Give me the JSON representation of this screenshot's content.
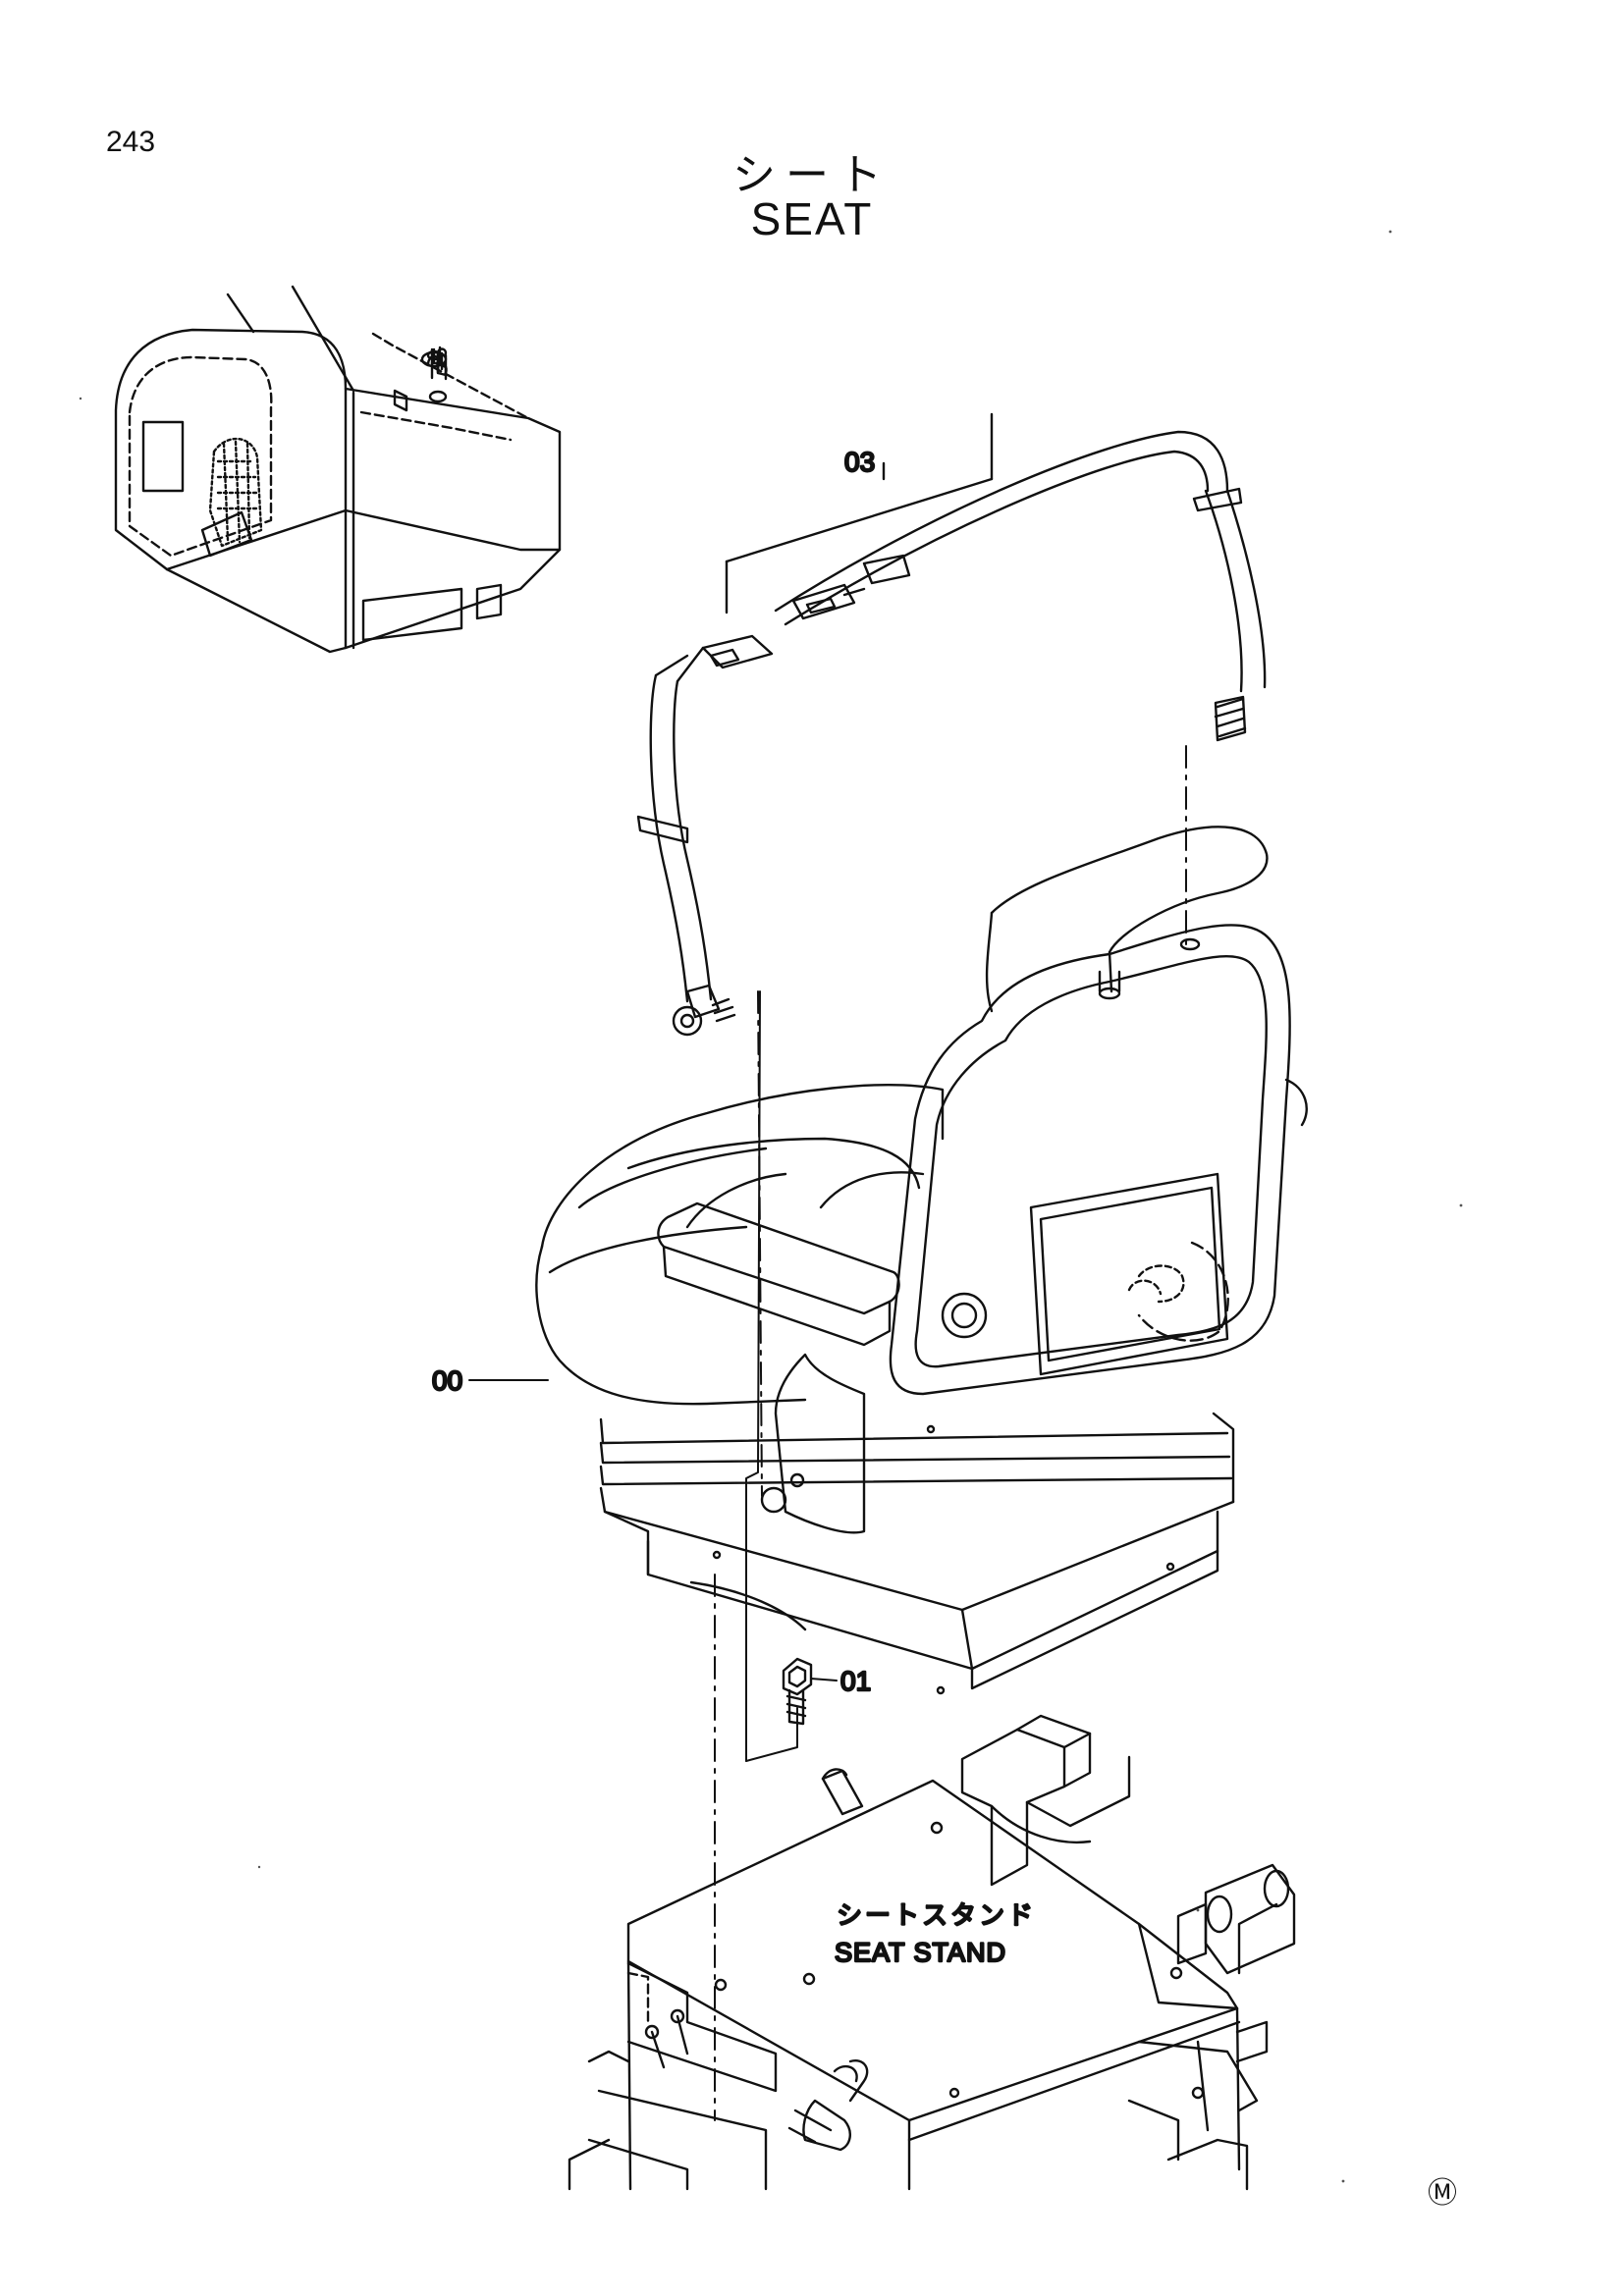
{
  "page": {
    "number": "243",
    "title_jp": "シート",
    "title_en": "SEAT"
  },
  "callouts": {
    "seat_belt": "03",
    "seat": "00",
    "bolt": "01"
  },
  "seat_stand": {
    "label_jp": "シートスタンド",
    "label_en": "SEAT STAND"
  },
  "mark": "Ⓜ"
}
